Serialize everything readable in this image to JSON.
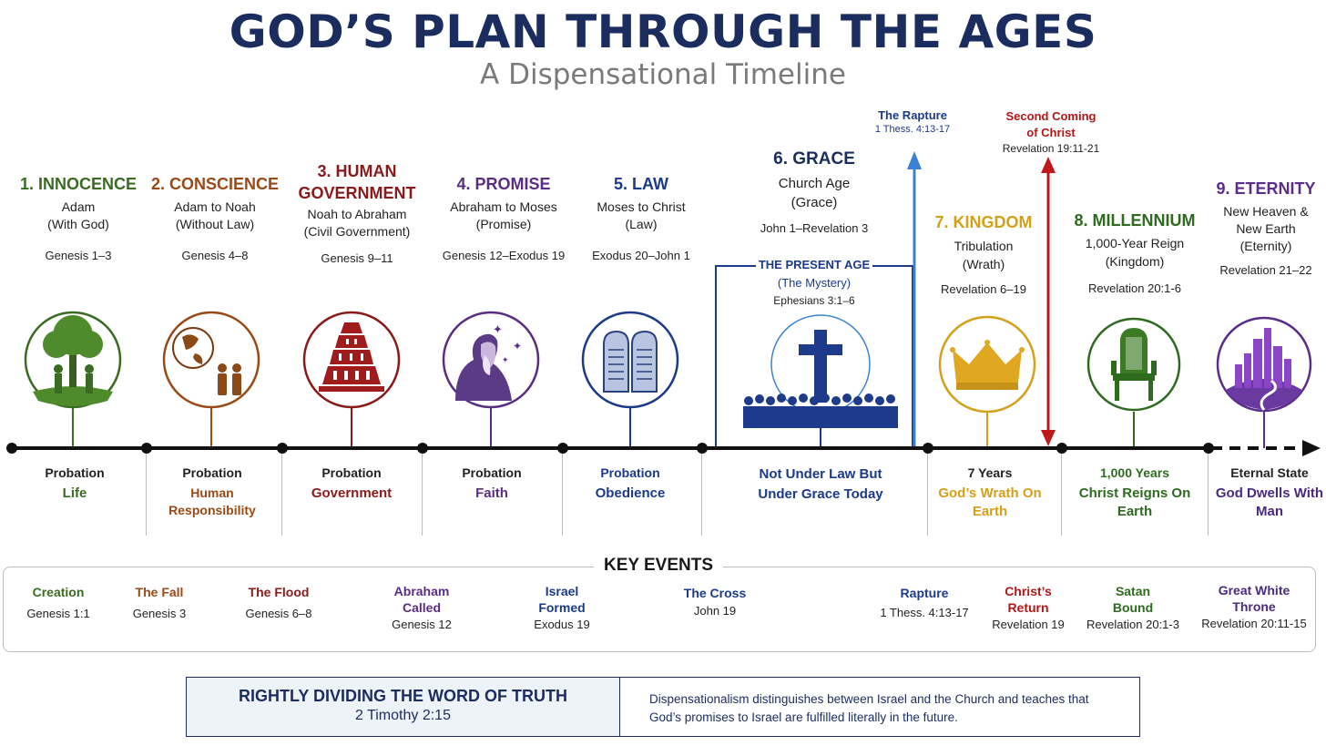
{
  "header": {
    "title": "GOD’S PLAN THROUGH THE AGES",
    "subtitle": "A Dispensational Timeline"
  },
  "colors": {
    "navy": "#1b2c5e",
    "green": "#3a6b22",
    "brown": "#9a4a16",
    "maroon": "#8a1a1a",
    "purple": "#5b2d82",
    "blue": "#1b3a8a",
    "sky": "#3b82d6",
    "gold": "#d4a017",
    "red": "#c0191b",
    "millennium": "#2f6b1f",
    "eternity": "#5a2d8a"
  },
  "dispensations": [
    {
      "heading": "1. INNOCENCE",
      "line1": "Adam",
      "line2": "(With God)",
      "ref": "Genesis 1–3",
      "below1": "Probation",
      "below2": "Life",
      "icon": "tree-adam-eve-icon"
    },
    {
      "heading": "2. CONSCIENCE",
      "line1": "Adam to Noah",
      "line2": "(Without Law)",
      "ref": "Genesis 4–8",
      "below1": "Probation",
      "below2": "Human Responsibility",
      "icon": "globe-couple-icon"
    },
    {
      "heading": "3. HUMAN GOVERNMENT",
      "line1": "Noah to Abraham",
      "line2": "(Civil Government)",
      "ref": "Genesis 9–11",
      "below1": "Probation",
      "below2": "Government",
      "icon": "tower-of-babel-icon"
    },
    {
      "heading": "4. PROMISE",
      "line1": "Abraham to Moses",
      "line2": "(Promise)",
      "ref": "Genesis 12–Exodus 19",
      "below1": "Probation",
      "below2": "Faith",
      "icon": "abraham-stars-icon"
    },
    {
      "heading": "5. LAW",
      "line1": "Moses to Christ",
      "line2": "(Law)",
      "ref": "Exodus 20–John 1",
      "below1": "Probation",
      "below2": "Obedience",
      "icon": "tablets-icon"
    },
    {
      "heading": "6. GRACE",
      "line1": "Church Age",
      "line2": "(Grace)",
      "ref": "John 1–Revelation 3",
      "below1": "",
      "below2": "Not Under Law But Under Grace Today",
      "icon": "cross-church-icon"
    },
    {
      "heading": "7. KINGDOM",
      "line1": "Tribulation",
      "line2": "(Wrath)",
      "ref": "Revelation 6–19",
      "below1": "7 Years",
      "below2": "God’s Wrath On Earth",
      "icon": "crown-icon"
    },
    {
      "heading": "8. MILLENNIUM",
      "line1": "1,000-Year Reign",
      "line2": "(Kingdom)",
      "ref": "Revelation 20:1-6",
      "below1": "1,000 Years",
      "below2": "Christ Reigns On Earth",
      "icon": "throne-icon"
    },
    {
      "heading": "9. ETERNITY",
      "line1": "New Heaven &",
      "line2": "New Earth",
      "line3": "(Eternity)",
      "ref": "Revelation 21–22",
      "below1": "Eternal State",
      "below2": "God Dwells With Man",
      "icon": "new-jerusalem-icon"
    }
  ],
  "present_age": {
    "title": "THE PRESENT AGE",
    "subtitle": "(The Mystery)",
    "ref": "Ephesians 3:1–6"
  },
  "rapture": {
    "label": "The Rapture",
    "ref": "1 Thess. 4:13-17"
  },
  "second_coming": {
    "label1": "Second Coming",
    "label2": "of Christ",
    "ref": "Revelation 19:11-21"
  },
  "key_events": {
    "title": "KEY EVENTS",
    "items": [
      {
        "name1": "Creation",
        "name2": "",
        "ref": "Genesis 1:1"
      },
      {
        "name1": "The Fall",
        "name2": "",
        "ref": "Genesis 3"
      },
      {
        "name1": "The Flood",
        "name2": "",
        "ref": "Genesis 6–8"
      },
      {
        "name1": "Abraham",
        "name2": "Called",
        "ref": "Genesis 12"
      },
      {
        "name1": "Israel",
        "name2": "Formed",
        "ref": "Exodus 19"
      },
      {
        "name1": "The Cross",
        "name2": "",
        "ref": "John 19"
      },
      {
        "name1": "Rapture",
        "name2": "",
        "ref": "1 Thess. 4:13-17"
      },
      {
        "name1": "Christ’s",
        "name2": "Return",
        "ref": "Revelation 19"
      },
      {
        "name1": "Satan",
        "name2": "Bound",
        "ref": "Revelation 20:1-3"
      },
      {
        "name1": "Great White",
        "name2": "Throne",
        "ref": "Revelation 20:11-15"
      }
    ]
  },
  "footer": {
    "title": "RIGHTLY DIVIDING THE WORD OF TRUTH",
    "ref": "2 Timothy 2:15",
    "text": "Dispensationalism distinguishes between Israel and the Church and teaches that God’s promises to Israel are fulfilled literally in the future."
  }
}
